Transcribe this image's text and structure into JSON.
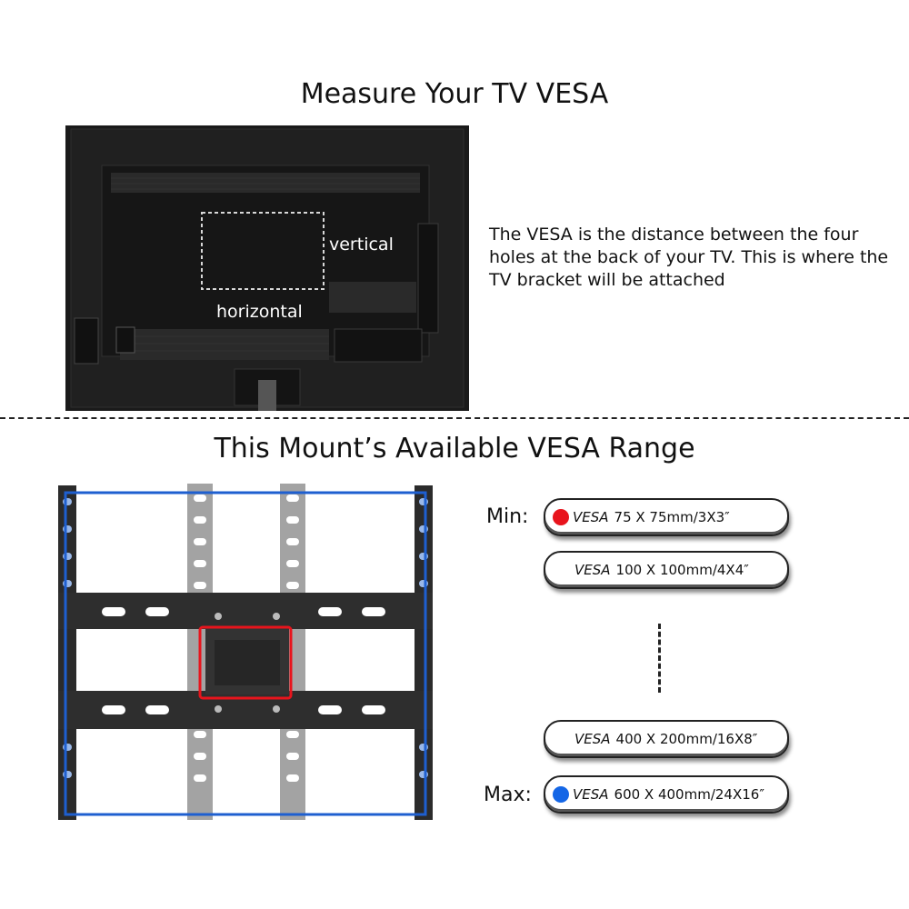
{
  "section1": {
    "title": "Measure Your TV VESA"
  },
  "tv_labels": {
    "vertical": "vertical",
    "horizontal": "horizontal"
  },
  "description": "The VESA is the distance between the four holes at the back of your TV. This is where the TV bracket will be attached",
  "section2": {
    "title": "This Mount’s Available VESA Range"
  },
  "range": {
    "min_label": "Min:",
    "max_label": "Max:",
    "items": [
      {
        "vesa": "VESA",
        "size": "75 X 75mm/3X3″",
        "dot_color": "#e8141c"
      },
      {
        "vesa": "VESA",
        "size": "100 X 100mm/4X4″",
        "dot_color": ""
      },
      {
        "vesa": "VESA",
        "size": "400 X 200mm/16X8″",
        "dot_color": ""
      },
      {
        "vesa": "VESA",
        "size": "600 X 400mm/24X16″",
        "dot_color": "#1466e6"
      }
    ]
  },
  "colors": {
    "min_frame": "#e8141c",
    "max_frame": "#1e5fd0",
    "tv_back": "#1c1c1c"
  }
}
